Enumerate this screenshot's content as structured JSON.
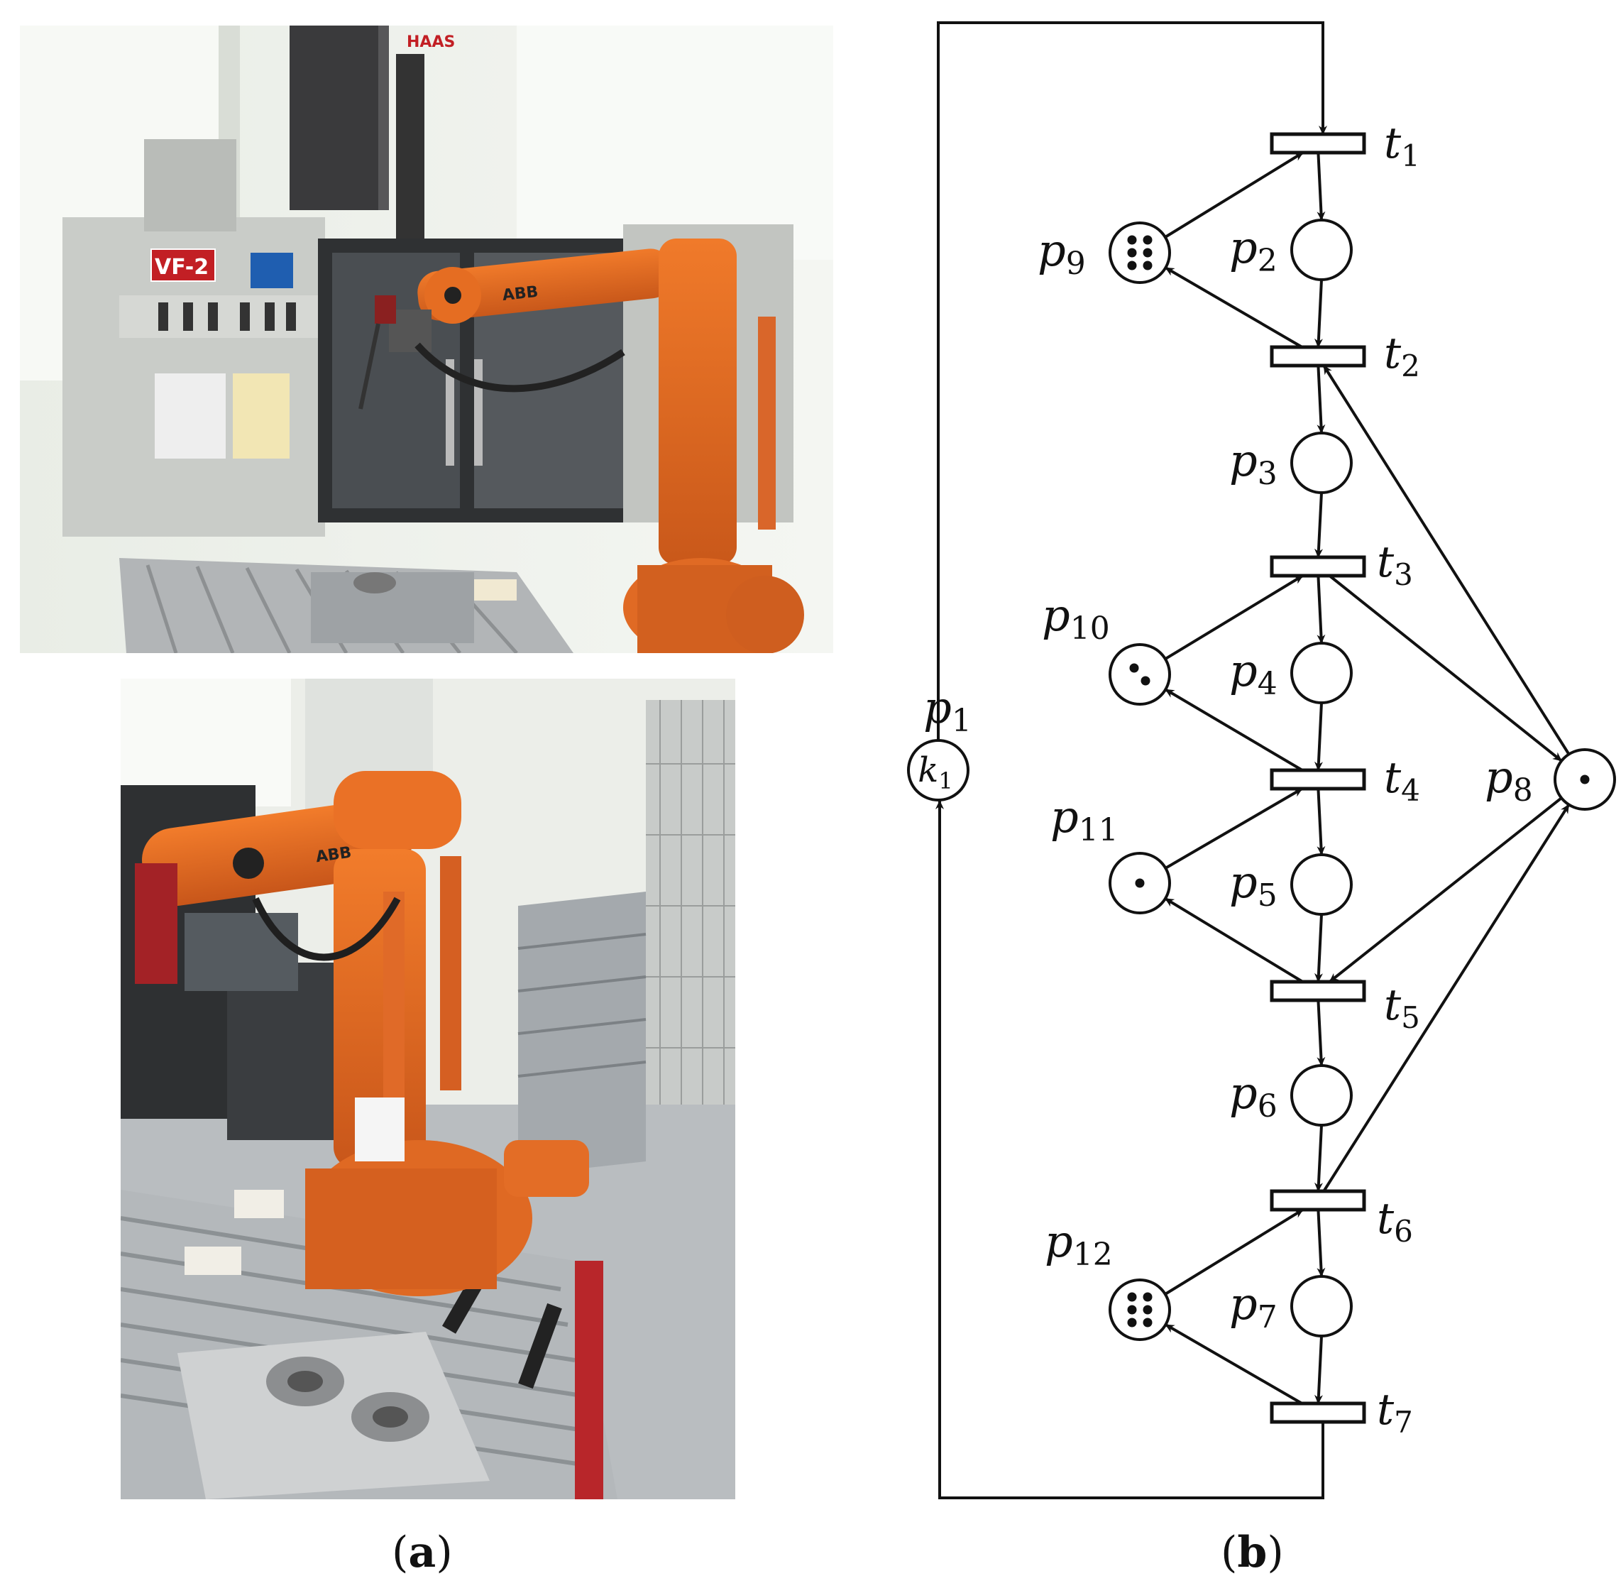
{
  "panel_a": {
    "caption_open": "(",
    "caption_letter": "a",
    "caption_close": ")",
    "photo_top": {
      "machine_brand": "HAAS",
      "machine_model": "VF-2",
      "robot_brand": "ABB"
    },
    "photo_bottom": {
      "robot_brand": "ABB"
    }
  },
  "panel_b": {
    "caption_open": "(",
    "caption_letter": "b",
    "caption_close": ")",
    "places": [
      {
        "id": "p1",
        "base": "p",
        "sub": "1",
        "marking": "k",
        "marking_sub": "1",
        "tokens": 0
      },
      {
        "id": "p2",
        "base": "p",
        "sub": "2",
        "tokens": 0
      },
      {
        "id": "p3",
        "base": "p",
        "sub": "3",
        "tokens": 0
      },
      {
        "id": "p4",
        "base": "p",
        "sub": "4",
        "tokens": 0
      },
      {
        "id": "p5",
        "base": "p",
        "sub": "5",
        "tokens": 0
      },
      {
        "id": "p6",
        "base": "p",
        "sub": "6",
        "tokens": 0
      },
      {
        "id": "p7",
        "base": "p",
        "sub": "7",
        "tokens": 0
      },
      {
        "id": "p8",
        "base": "p",
        "sub": "8",
        "tokens": 1
      },
      {
        "id": "p9",
        "base": "p",
        "sub": "9",
        "tokens": 6
      },
      {
        "id": "p10",
        "base": "p",
        "sub": "10",
        "tokens": 2
      },
      {
        "id": "p11",
        "base": "p",
        "sub": "11",
        "tokens": 1
      },
      {
        "id": "p12",
        "base": "p",
        "sub": "12",
        "tokens": 6
      }
    ],
    "transitions": [
      {
        "id": "t1",
        "base": "t",
        "sub": "1"
      },
      {
        "id": "t2",
        "base": "t",
        "sub": "2"
      },
      {
        "id": "t3",
        "base": "t",
        "sub": "3"
      },
      {
        "id": "t4",
        "base": "t",
        "sub": "4"
      },
      {
        "id": "t5",
        "base": "t",
        "sub": "5"
      },
      {
        "id": "t6",
        "base": "t",
        "sub": "6"
      },
      {
        "id": "t7",
        "base": "t",
        "sub": "7"
      }
    ],
    "arcs": [
      [
        "p1",
        "t1"
      ],
      [
        "t1",
        "p2"
      ],
      [
        "p2",
        "t2"
      ],
      [
        "t2",
        "p3"
      ],
      [
        "p3",
        "t3"
      ],
      [
        "t3",
        "p4"
      ],
      [
        "p4",
        "t4"
      ],
      [
        "t4",
        "p5"
      ],
      [
        "p5",
        "t5"
      ],
      [
        "t5",
        "p6"
      ],
      [
        "p6",
        "t6"
      ],
      [
        "t6",
        "p7"
      ],
      [
        "p7",
        "t7"
      ],
      [
        "t7",
        "p1"
      ],
      [
        "p9",
        "t1"
      ],
      [
        "t2",
        "p9"
      ],
      [
        "p10",
        "t3"
      ],
      [
        "t4",
        "p10"
      ],
      [
        "p11",
        "t4"
      ],
      [
        "t5",
        "p11"
      ],
      [
        "p12",
        "t6"
      ],
      [
        "t7",
        "p12"
      ],
      [
        "t3",
        "p8"
      ],
      [
        "p8",
        "t2"
      ],
      [
        "t6",
        "p8"
      ],
      [
        "p8",
        "t5"
      ]
    ]
  }
}
